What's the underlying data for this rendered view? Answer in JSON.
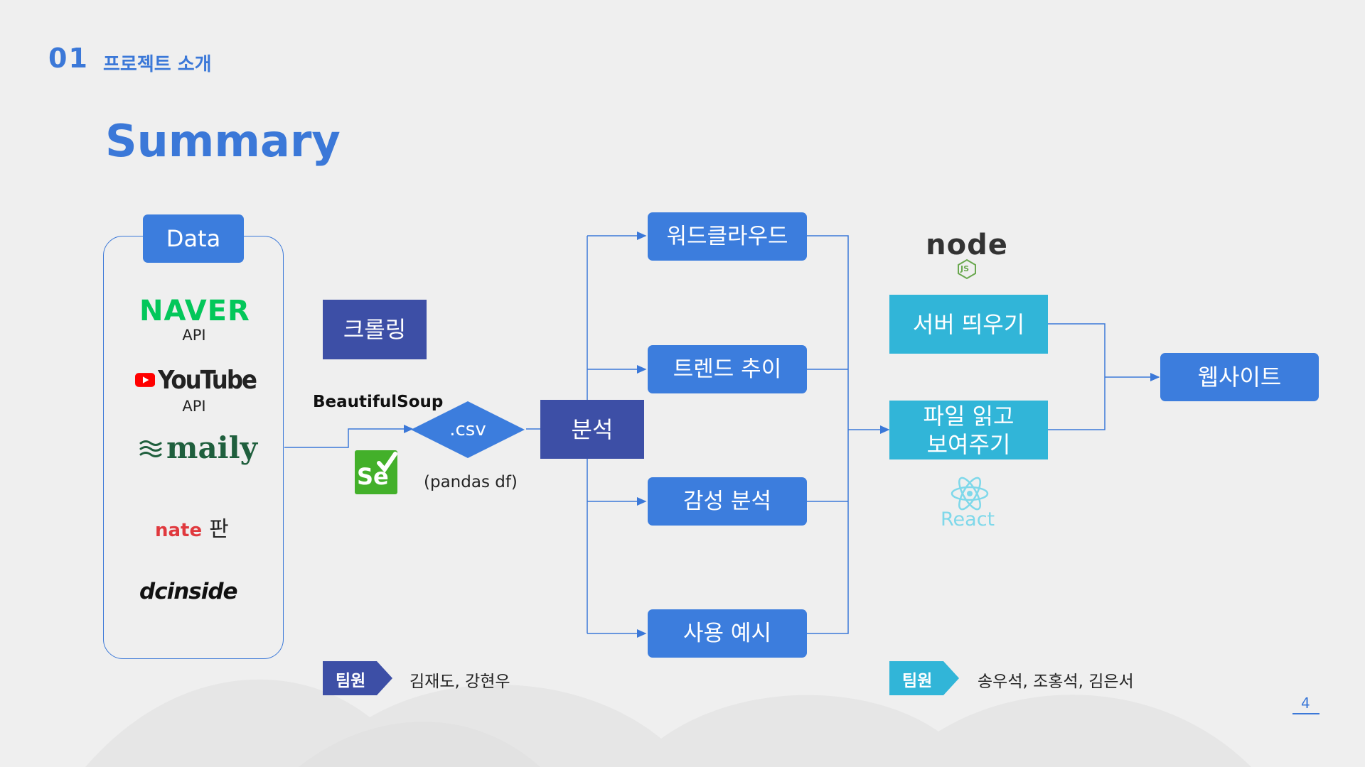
{
  "header": {
    "section_number": "01",
    "section_title": "프로젝트 소개",
    "page_title": "Summary"
  },
  "data_source": {
    "label": "Data",
    "naver": "NAVER",
    "naver_api": "API",
    "youtube": "YouTube",
    "youtube_api": "API",
    "maily": "maily",
    "nate": "nate",
    "nate_pan": "판",
    "dcinside": "dcinside"
  },
  "crawling": {
    "label": "크롤링",
    "beautifulsoup": "BeautifulSoup",
    "selenium": "Se",
    "csv": ".csv",
    "csv_caption": "(pandas df)"
  },
  "analysis": {
    "label": "분석",
    "outputs": [
      "워드클라우드",
      "트렌드 추이",
      "감성 분석",
      "사용 예시"
    ]
  },
  "backend": {
    "node_logo": "node",
    "node_sub": "JS",
    "server": "서버 띄우기",
    "file_read": "파일 읽고\n보여주기",
    "react": "React"
  },
  "website": "웹사이트",
  "team_left": {
    "tag": "팀원",
    "names": "김재도, 강현우"
  },
  "team_right": {
    "tag": "팀원",
    "names": "송우석, 조홍석, 김은서"
  },
  "page_number": "4",
  "colors": {
    "accent_blue": "#3c7ddd",
    "navy": "#3d4fa6",
    "cyan": "#31b5d8",
    "naver_green": "#03c75a",
    "youtube_red": "#ff0000",
    "nate_red": "#e0393e",
    "maily_green": "#1f5f3d",
    "connector": "#3b78d8"
  }
}
